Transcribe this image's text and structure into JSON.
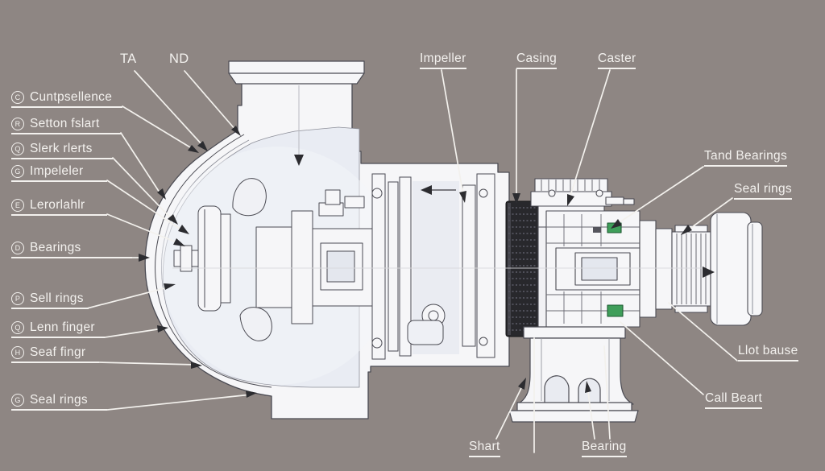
{
  "colors": {
    "background": "#8e8683",
    "label_text": "#f3f1ee",
    "leader_line": "#f3f1ed",
    "arrowhead": "#2c2c30",
    "drawing_stroke": "#4b4b53",
    "drawing_fill": "#f6f6f8",
    "chamber_fill": "#e9ecf3",
    "coupling_block": "#28282c",
    "green_accent": "#3f9e5a"
  },
  "labels": {
    "left": [
      {
        "key": "C",
        "text": "Cuntpsellence"
      },
      {
        "key": "R",
        "text": "Setton fslart"
      },
      {
        "key": "Q",
        "text": "Slerk rlerts"
      },
      {
        "key": "G",
        "text": "Impeleler"
      },
      {
        "key": "E",
        "text": "Lerorlahlr"
      },
      {
        "key": "D",
        "text": "Bearings"
      },
      {
        "key": "P",
        "text": "Sell rings"
      },
      {
        "key": "Q",
        "text": "Lenn finger"
      },
      {
        "key": "H",
        "text": "Seaf fingr"
      },
      {
        "key": "G",
        "text": "Seal rings"
      }
    ],
    "top": [
      {
        "text": "TA"
      },
      {
        "text": "ND"
      },
      {
        "text": "Impeller"
      },
      {
        "text": "Casing"
      },
      {
        "text": "Caster"
      }
    ],
    "right": [
      {
        "text": "Tand Bearings"
      },
      {
        "text": "Seal rings"
      },
      {
        "text": "Llot bause"
      },
      {
        "text": "Call Beart"
      }
    ],
    "bottom": [
      {
        "text": "Shart"
      },
      {
        "text": "Bearing"
      }
    ]
  }
}
